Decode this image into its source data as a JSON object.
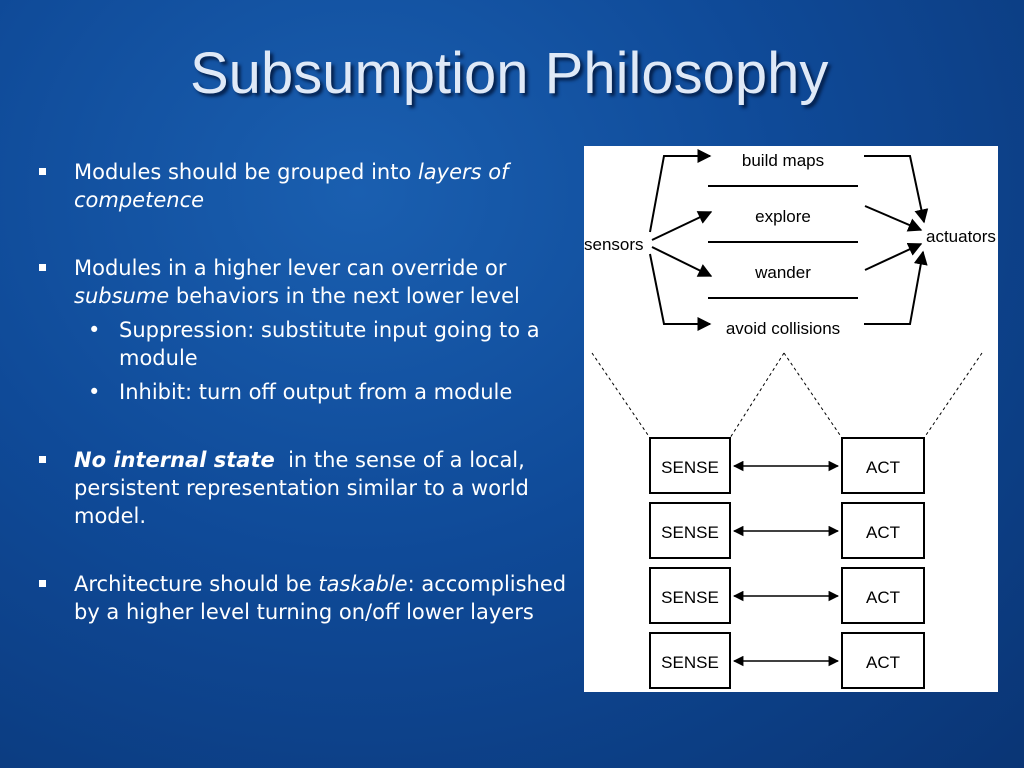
{
  "slide": {
    "title": "Subsumption Philosophy",
    "bullets": [
      {
        "text": "Modules should be grouped into ",
        "italic": "layers of competence"
      },
      {
        "text_a": "Modules in a higher lever can override or ",
        "italic": "subsume",
        "text_b": " behaviors in the next lower level",
        "sub": [
          "Suppression: substitute input going to a module",
          "Inhibit: turn off output from a module"
        ]
      },
      {
        "bold_italic": "No internal state",
        "text": "  in the sense of a local, persistent representation similar to a world model."
      },
      {
        "text_a": "Architecture should be ",
        "italic": "taskable",
        "text_b": ": accomplished by a higher level turning on/off lower layers"
      }
    ],
    "bullet_glyph": "•"
  },
  "diagram": {
    "sensors": "sensors",
    "actuators": "actuators",
    "layers": [
      "build maps",
      "explore",
      "wander",
      "avoid collisions"
    ],
    "sense": "SENSE",
    "act": "ACT"
  }
}
